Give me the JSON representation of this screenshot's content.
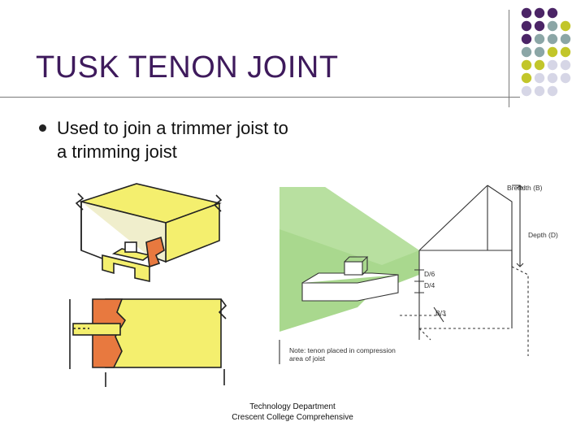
{
  "slide": {
    "title": "TUSK TENON JOINT",
    "bullets": [
      {
        "text": "Used to join a trimmer joist to a trimming joist"
      }
    ],
    "diagram_labels": {
      "breadth": "Breadth (B)",
      "depth": "Depth (D)",
      "d6": "D/6",
      "d4": "D/4",
      "b3": "B/3",
      "note_line1": "Note: tenon placed in compression",
      "note_line2": "area of joist"
    },
    "footer": {
      "line1": "Technology Department",
      "line2": "Crescent College Comprehensive"
    }
  },
  "colors": {
    "title": "#3e1a5c",
    "dot_purple": "#4b2466",
    "dot_teal": "#8ba6a6",
    "dot_olive": "#c2c62a",
    "dot_lavender": "#d6d6e6",
    "joist_yellow": "#f4ef6e",
    "tenon_orange": "#e8793f",
    "joist_green": "#a9d88e"
  }
}
